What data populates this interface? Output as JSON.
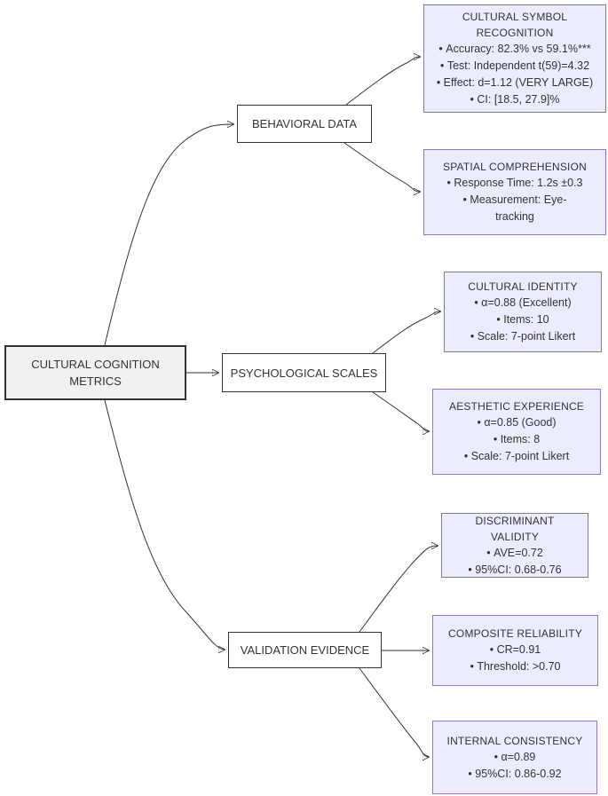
{
  "diagram": {
    "root": {
      "id": "cultural-cognition-metrics",
      "label": "CULTURAL COGNITION METRICS"
    },
    "branches": [
      {
        "id": "behavioral-data",
        "label": "BEHAVIORAL DATA"
      },
      {
        "id": "psychological-scales",
        "label": "PSYCHOLOGICAL SCALES"
      },
      {
        "id": "validation-evidence",
        "label": "VALIDATION EVIDENCE"
      }
    ],
    "leaves": [
      {
        "id": "cultural-symbol-recognition",
        "parent": "behavioral-data",
        "title": "CULTURAL SYMBOL RECOGNITION",
        "bullets": [
          "Accuracy: 82.3% vs 59.1%***",
          "Test: Independent t(59)=4.32",
          "Effect: d=1.12 (VERY LARGE)",
          "CI: [18.5, 27.9]%"
        ]
      },
      {
        "id": "spatial-comprehension",
        "parent": "behavioral-data",
        "title": "SPATIAL COMPREHENSION",
        "bullets": [
          "Response Time: 1.2s ±0.3",
          "Measurement: Eye-tracking"
        ]
      },
      {
        "id": "cultural-identity",
        "parent": "psychological-scales",
        "title": "CULTURAL IDENTITY",
        "bullets": [
          "α=0.88 (Excellent)",
          "Items: 10",
          "Scale: 7-point Likert"
        ]
      },
      {
        "id": "aesthetic-experience",
        "parent": "psychological-scales",
        "title": "AESTHETIC EXPERIENCE",
        "bullets": [
          "α=0.85 (Good)",
          "Items: 8",
          "Scale: 7-point Likert"
        ]
      },
      {
        "id": "discriminant-validity",
        "parent": "validation-evidence",
        "title": "DISCRIMINANT VALIDITY",
        "bullets": [
          "AVE=0.72",
          "95%CI: 0.68-0.76"
        ]
      },
      {
        "id": "composite-reliability",
        "parent": "validation-evidence",
        "title": "COMPOSITE RELIABILITY",
        "bullets": [
          "CR=0.91",
          "Threshold: >0.70"
        ]
      },
      {
        "id": "internal-consistency",
        "parent": "validation-evidence",
        "title": "INTERNAL CONSISTENCY",
        "bullets": [
          "α=0.89",
          "95%CI: 0.86-0.92"
        ]
      }
    ],
    "edges": [
      {
        "from": "cultural-cognition-metrics",
        "to": "behavioral-data"
      },
      {
        "from": "cultural-cognition-metrics",
        "to": "psychological-scales"
      },
      {
        "from": "cultural-cognition-metrics",
        "to": "validation-evidence"
      },
      {
        "from": "behavioral-data",
        "to": "cultural-symbol-recognition"
      },
      {
        "from": "behavioral-data",
        "to": "spatial-comprehension"
      },
      {
        "from": "psychological-scales",
        "to": "cultural-identity"
      },
      {
        "from": "psychological-scales",
        "to": "aesthetic-experience"
      },
      {
        "from": "validation-evidence",
        "to": "discriminant-validity"
      },
      {
        "from": "validation-evidence",
        "to": "composite-reliability"
      },
      {
        "from": "validation-evidence",
        "to": "internal-consistency"
      }
    ],
    "colors": {
      "leaf_fill": "#ECECFF",
      "leaf_border_purple": "#9370DB",
      "leaf_border_gray": "#808080",
      "branch_fill": "#ffffff",
      "branch_border": "#333333",
      "root_fill": "#f1f1f1",
      "root_border": "#333333",
      "edge": "#333333"
    }
  }
}
